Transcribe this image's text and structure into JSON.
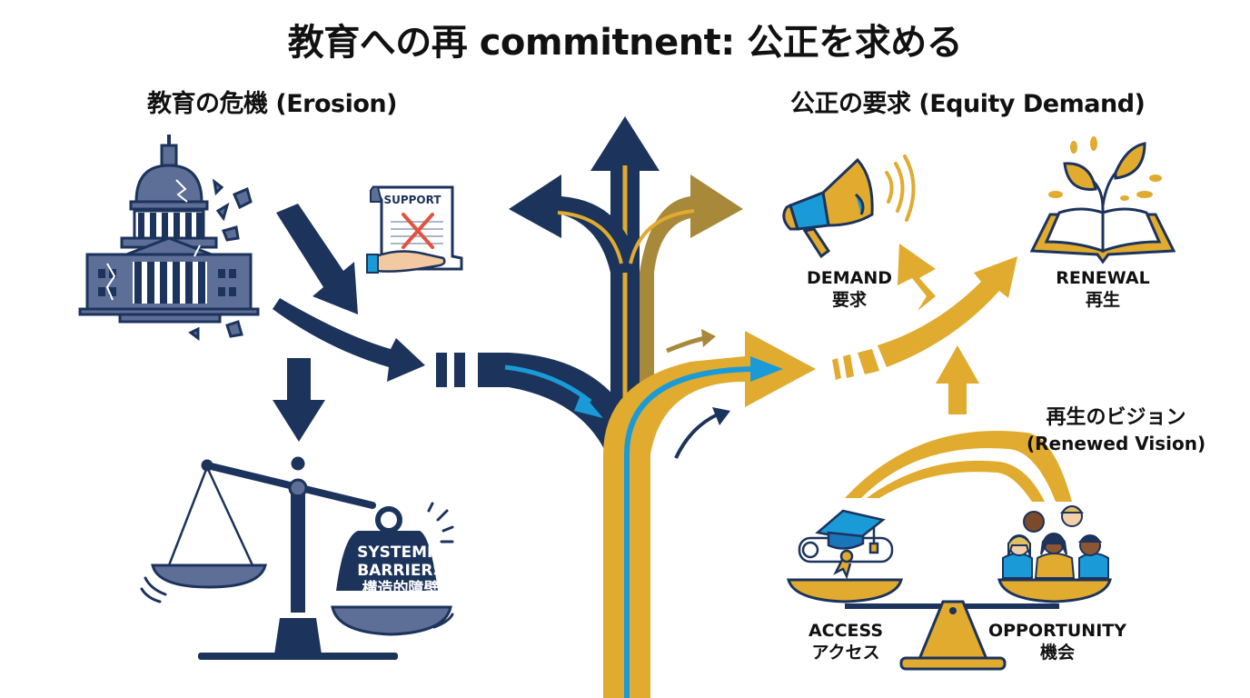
{
  "title": "教育への再 commitnent: 公正を求める",
  "left_section": {
    "heading": "教育の危機 (Erosion)",
    "support_doc_label": "SUPPORT",
    "weight": {
      "line1": "SYSTEMIC",
      "line2": "BARRIERS",
      "line3": "構造的障壁"
    }
  },
  "right_section": {
    "heading": "公正の要求 (Equity Demand)",
    "demand": {
      "en": "DEMAND",
      "jp": "要求"
    },
    "renewal": {
      "en": "RENEWAL",
      "jp": "再生"
    },
    "vision": {
      "jp": "再生のビジョン",
      "en": "(Renewed Vision)"
    },
    "access": {
      "en": "ACCESS",
      "jp": "アクセス"
    },
    "opportunity": {
      "en": "OPPORTUNITY",
      "jp": "機会"
    }
  },
  "colors": {
    "navy": "#1c335c",
    "slate": "#5d6f96",
    "gold": "#e0ab2e",
    "dark_gold": "#a8893a",
    "blue": "#1a9bd7",
    "red": "#e2533e"
  }
}
